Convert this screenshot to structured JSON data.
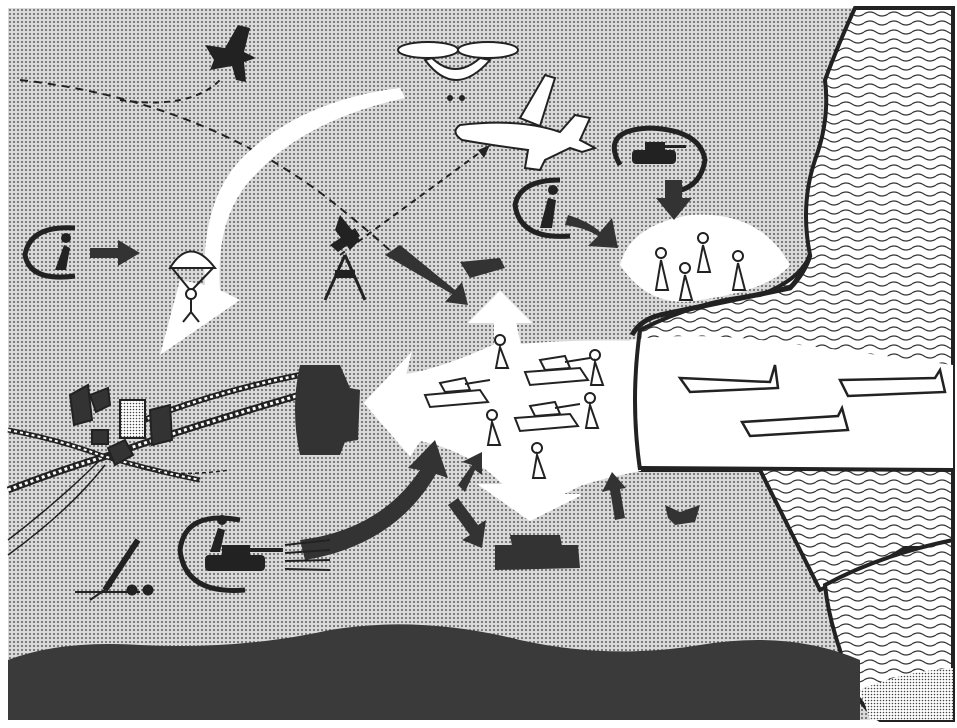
{
  "diagram": {
    "kind": "tactical-illustration",
    "text_labels": [],
    "colors": {
      "paper": "#ffffff",
      "dotted_land_base": "#d9d9d9",
      "dot": "#3a3a3a",
      "ink": "#222222",
      "dark_ground": "#3a3a3a",
      "sea_wave": "#333333",
      "highlight": "#ffffff"
    },
    "elements": {
      "aircraft": [
        "jet-fighter-icon",
        "transport-plane-icon",
        "tiltrotor-icon"
      ],
      "airborne": [
        "parachutist-icon"
      ],
      "ground": [
        "tank-icon",
        "soldier-icon",
        "artillery-icon",
        "mortar-icon",
        "fortification-icon",
        "railway-icon"
      ],
      "naval": [
        "landing-craft-icon"
      ],
      "motion": [
        "airborne-drop-arrow",
        "main-advance-arrow",
        "support-arrow",
        "dashed-flight-path"
      ]
    }
  }
}
